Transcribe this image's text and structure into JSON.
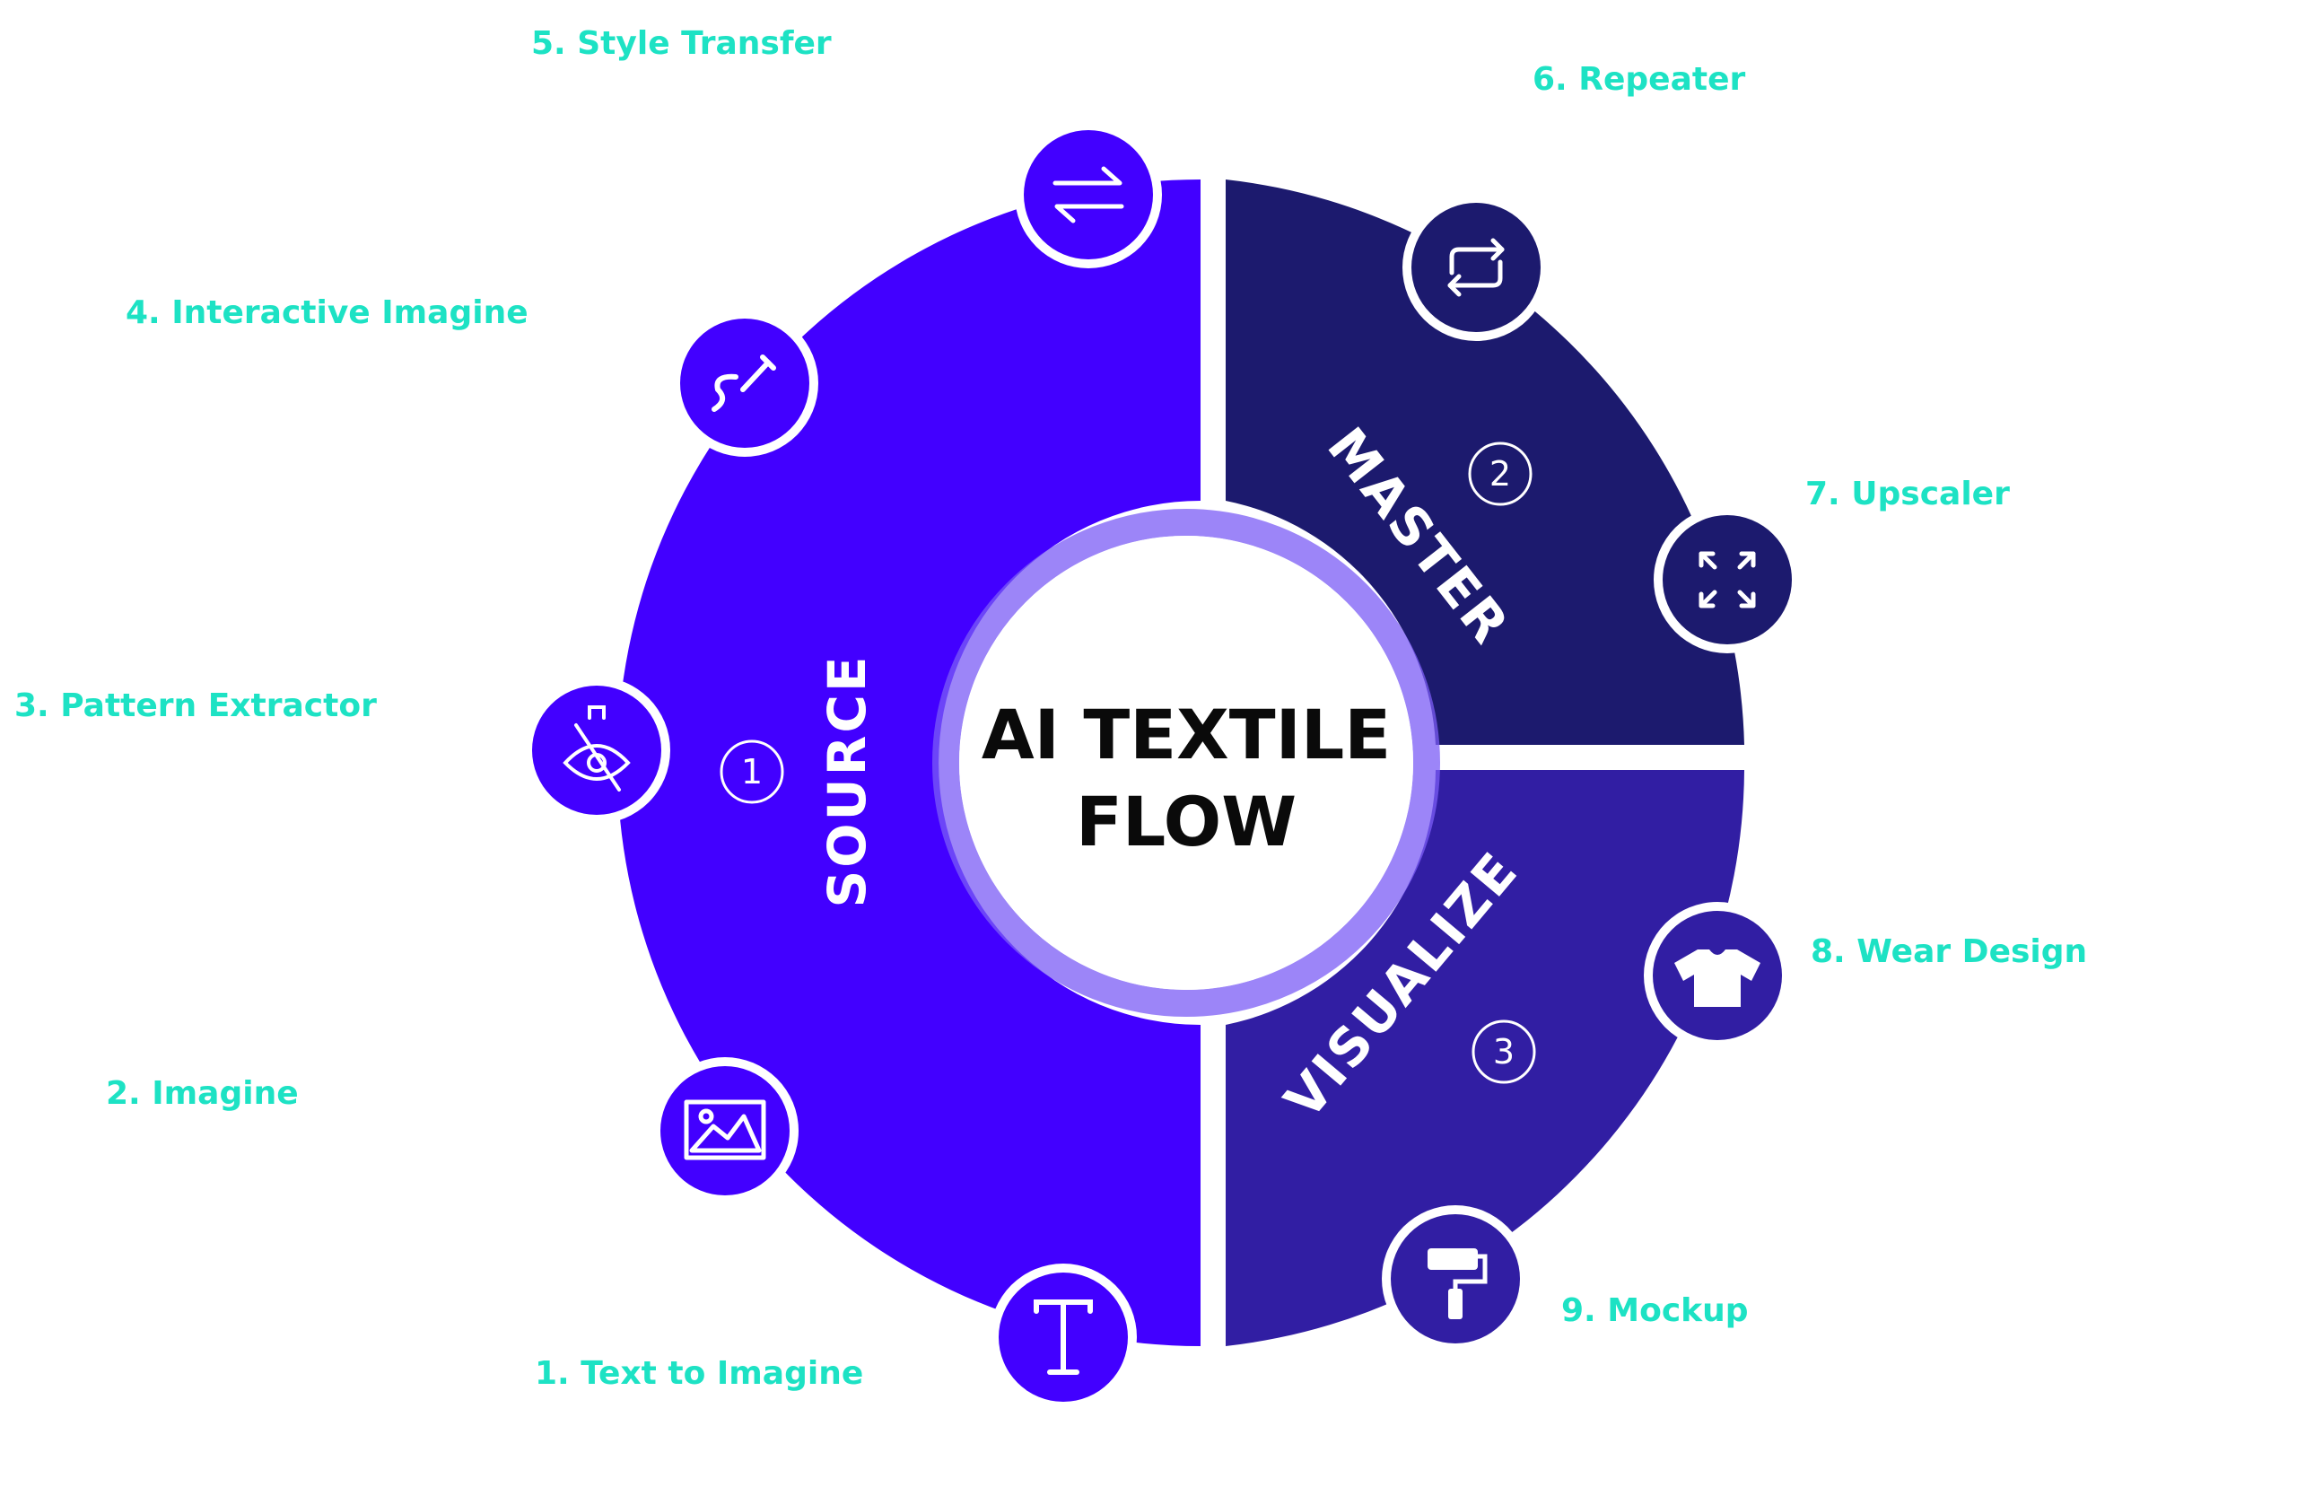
{
  "center": {
    "line1": "AI TEXTILE",
    "line2": "FLOW"
  },
  "segments": [
    {
      "name": "SOURCE",
      "number": "1",
      "color": "#4200ff"
    },
    {
      "name": "MASTER",
      "number": "2",
      "color": "#1c1a6e"
    },
    {
      "name": "VISUALIZE",
      "number": "3",
      "color": "#311ea3"
    }
  ],
  "steps": [
    {
      "label": "1. Text to Imagine",
      "icon": "text-icon"
    },
    {
      "label": "2. Imagine",
      "icon": "image-icon"
    },
    {
      "label": "3. Pattern Extractor",
      "icon": "pattern-extract-icon"
    },
    {
      "label": "4. Interactive Imagine",
      "icon": "pen-icon"
    },
    {
      "label": "5. Style Transfer",
      "icon": "swap-arrows-icon"
    },
    {
      "label": "6. Repeater",
      "icon": "repeat-icon"
    },
    {
      "label": "7. Upscaler",
      "icon": "expand-icon"
    },
    {
      "label": "8. Wear Design",
      "icon": "tshirt-icon"
    },
    {
      "label": "9. Mockup",
      "icon": "paint-roller-icon"
    }
  ],
  "colors": {
    "label": "#1de2c4",
    "ring": "#7b5cf5",
    "center_text": "#0a0a0a",
    "icon_stroke": "#ffffff"
  }
}
